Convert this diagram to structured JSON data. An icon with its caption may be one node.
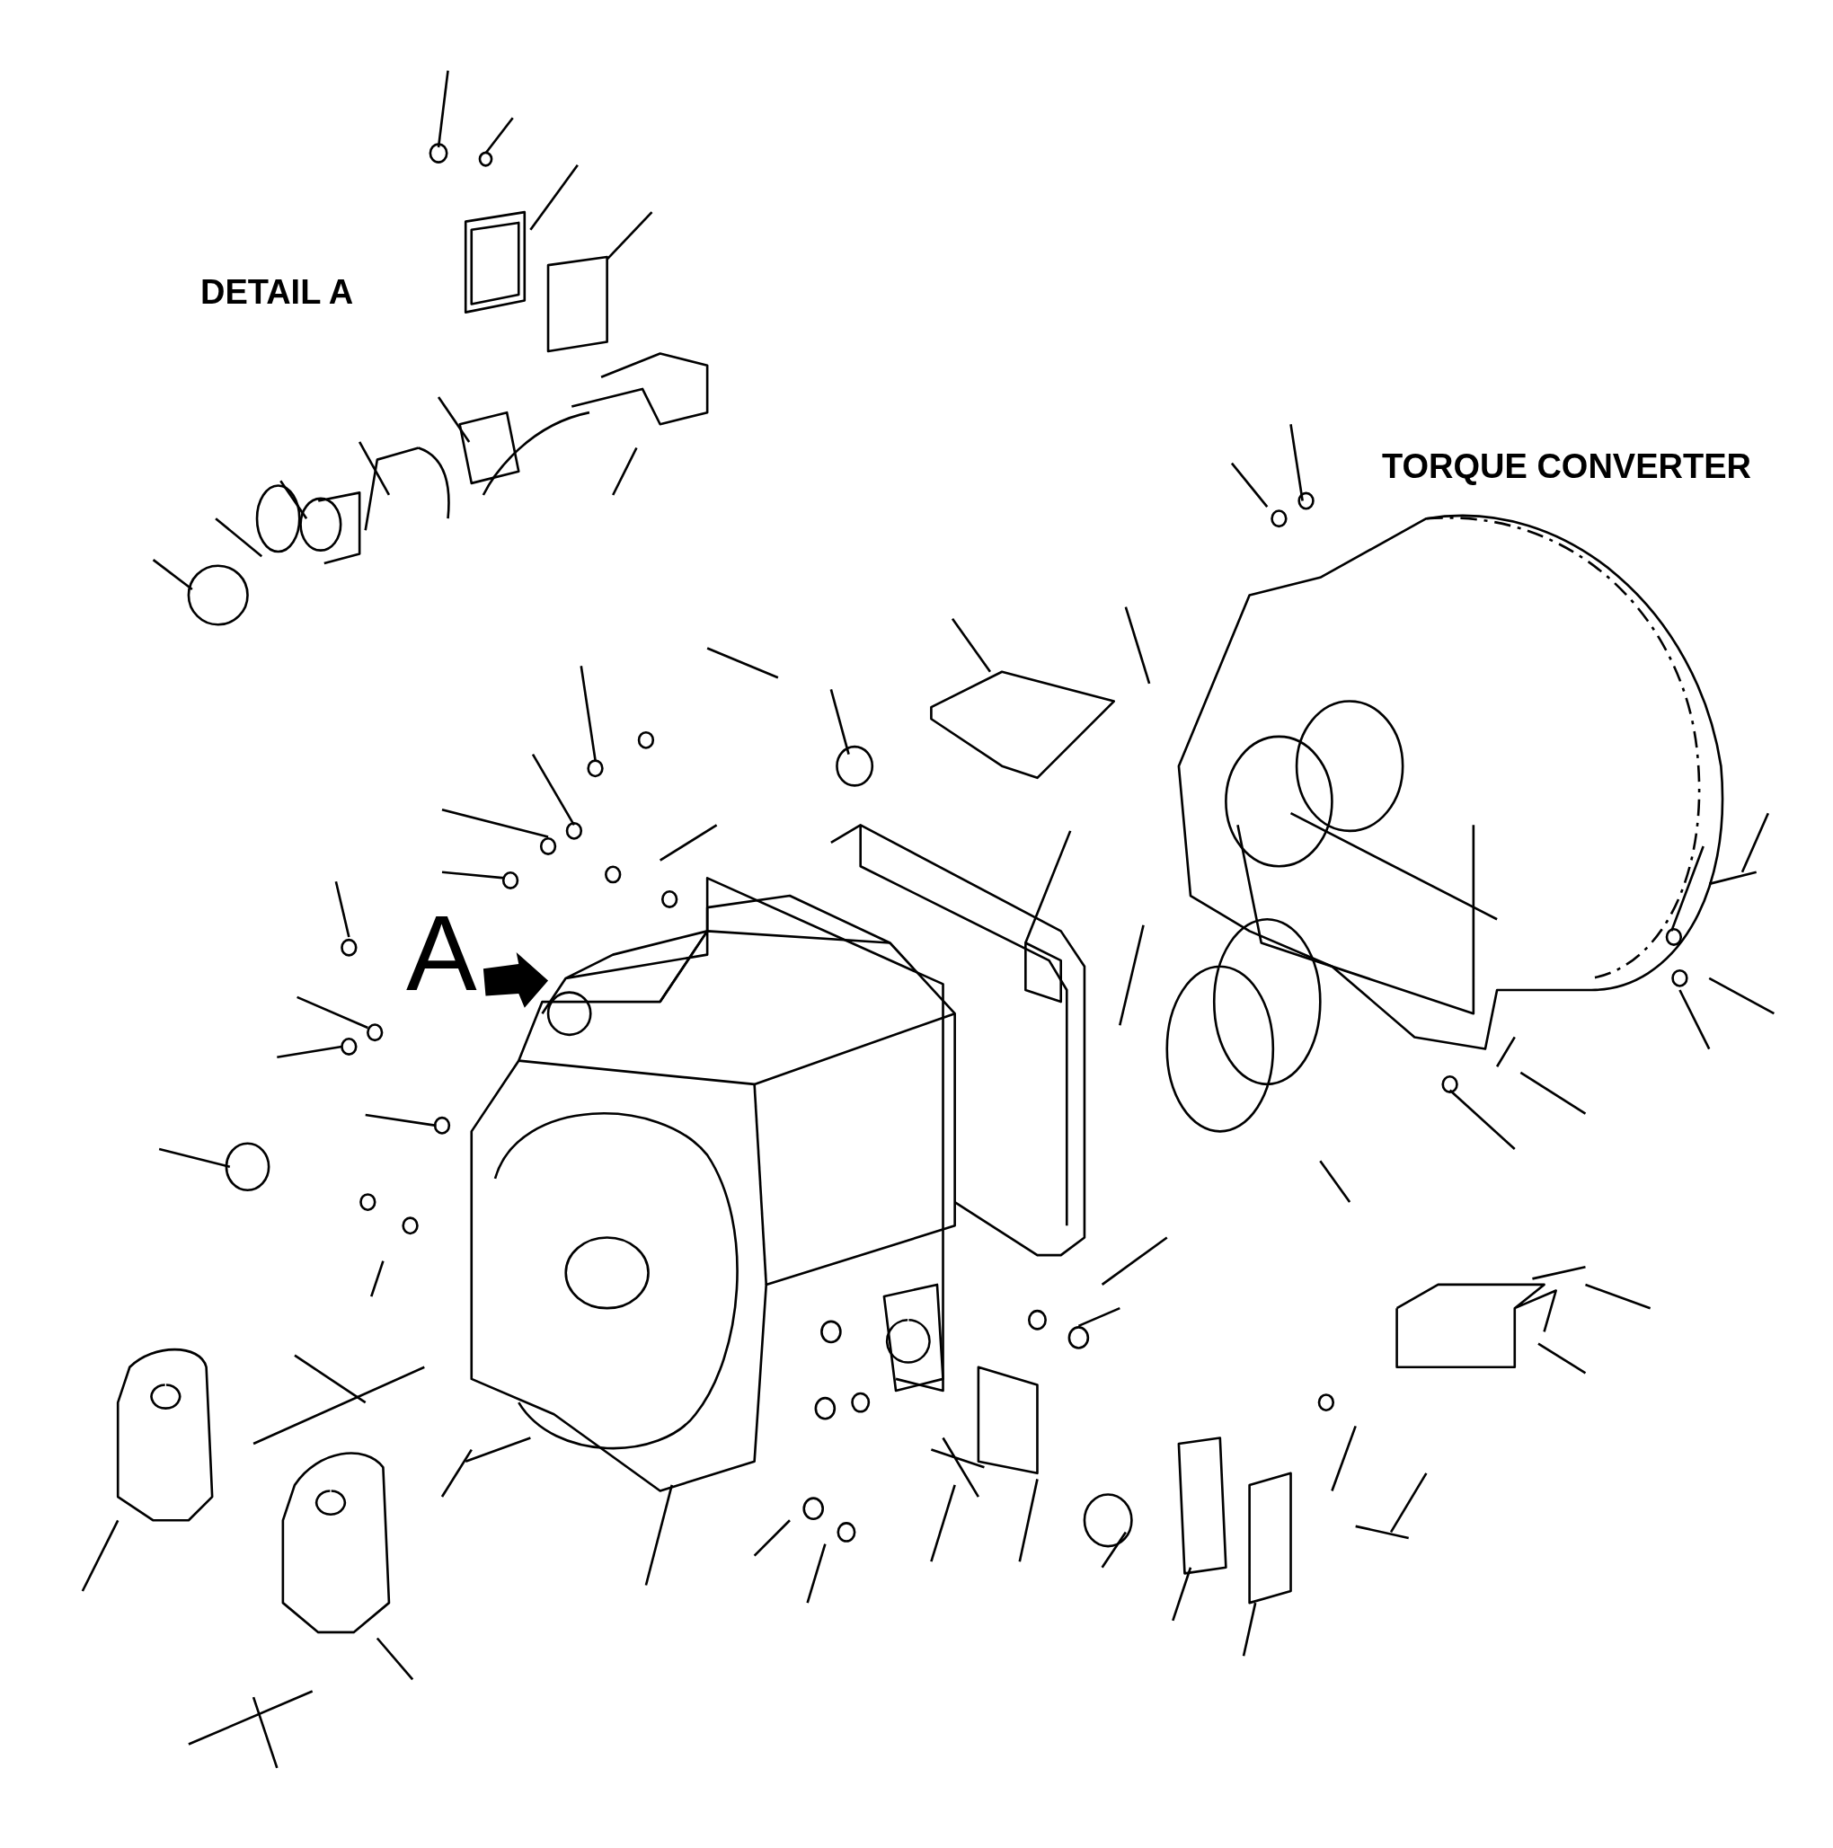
{
  "diagram": {
    "nodes": [
      {
        "text": [
          "A"
        ]
      }
    ],
    "labels": [
      "DETAIL A",
      "TORQUE CONVERTER"
    ]
  }
}
